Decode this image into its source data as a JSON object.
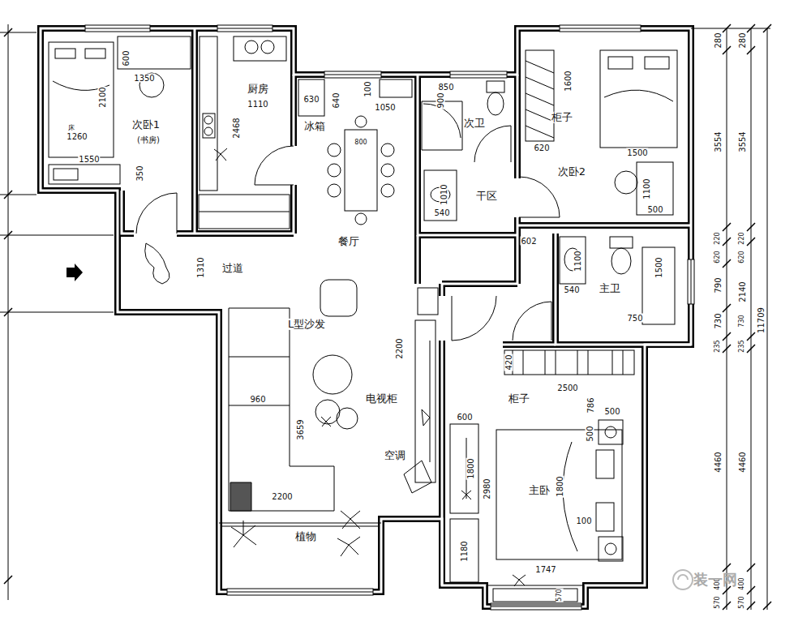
{
  "diagram": {
    "labels": [
      "600",
      "1350",
      "2100",
      "床",
      "1260",
      "次卧1",
      "(书房)",
      "1550",
      "350",
      "厨房",
      "1110",
      "2468",
      "冰箱",
      "630",
      "640",
      "100",
      "1050",
      "800",
      "餐厅",
      "850",
      "900",
      "次卫",
      "1010",
      "540",
      "干区",
      "柜子",
      "1600",
      "620",
      "1500",
      "次卧2",
      "1100",
      "500",
      "602",
      "1100",
      "540",
      "主卫",
      "1500",
      "750",
      "过道",
      "1310",
      "L型沙发",
      "电视柜",
      "2200",
      "960",
      "3659",
      "空调",
      "2200",
      "植物",
      "柜子",
      "2500",
      "420",
      "786",
      "500",
      "500",
      "600",
      "1800",
      "2980",
      "主卧",
      "1800",
      "100",
      "1747",
      "1180",
      "570",
      "280",
      "280",
      "3554",
      "3554",
      "220",
      "220",
      "620",
      "620",
      "790",
      "2140",
      "730",
      "730",
      "235",
      "235",
      "4460",
      "4460",
      "11709",
      "400",
      "570",
      "400",
      "570",
      "装一网"
    ]
  }
}
